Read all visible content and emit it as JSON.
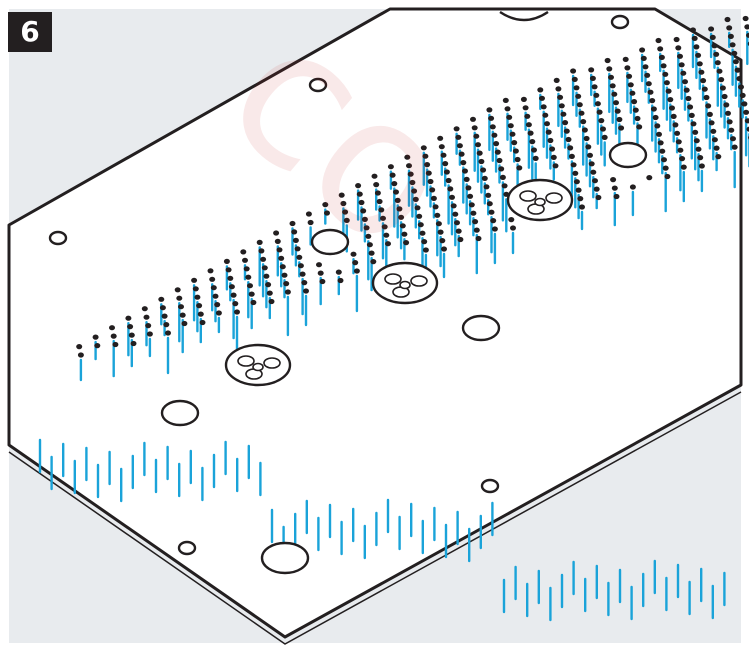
{
  "step_label": "6",
  "colors": {
    "water": "#1aa3d9",
    "outline": "#231f20",
    "wall": "#e8ebee",
    "background": "#ffffff",
    "watermark": "#c82828"
  },
  "icons": [
    "shower-nozzle-icon"
  ],
  "parts": [
    "shower-panel",
    "nozzle-holes",
    "water-jets",
    "fixing-holes",
    "wall"
  ]
}
